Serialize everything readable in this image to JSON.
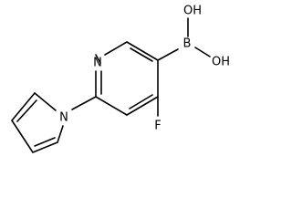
{
  "structure": {
    "atoms": {
      "n_pyridine": "N",
      "n_pyrrole": "N",
      "fluorine": "F",
      "boron": "B",
      "hydroxyl_top": "OH",
      "hydroxyl_right": "OH"
    }
  }
}
